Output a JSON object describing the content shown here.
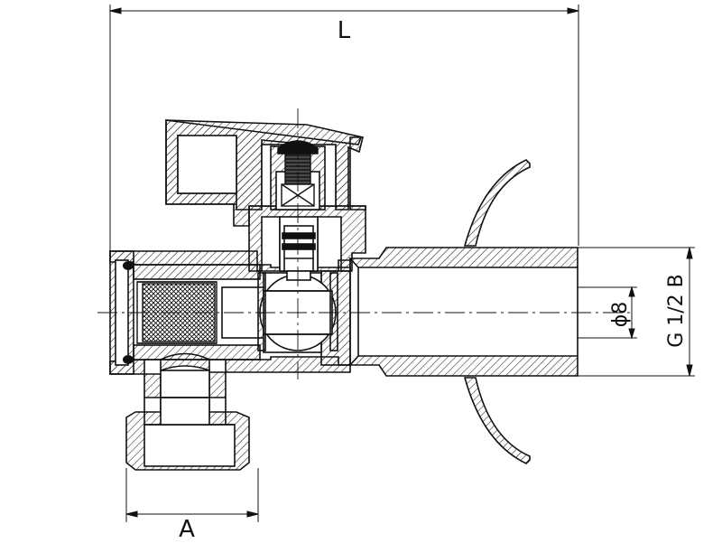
{
  "dimensions": {
    "overall_length": "L",
    "connection_width": "A",
    "bore_diameter": "ϕ8",
    "thread": "G 1/2 B"
  },
  "colors": {
    "line": "#111111",
    "hatch": "#222222",
    "background": "#ffffff"
  }
}
